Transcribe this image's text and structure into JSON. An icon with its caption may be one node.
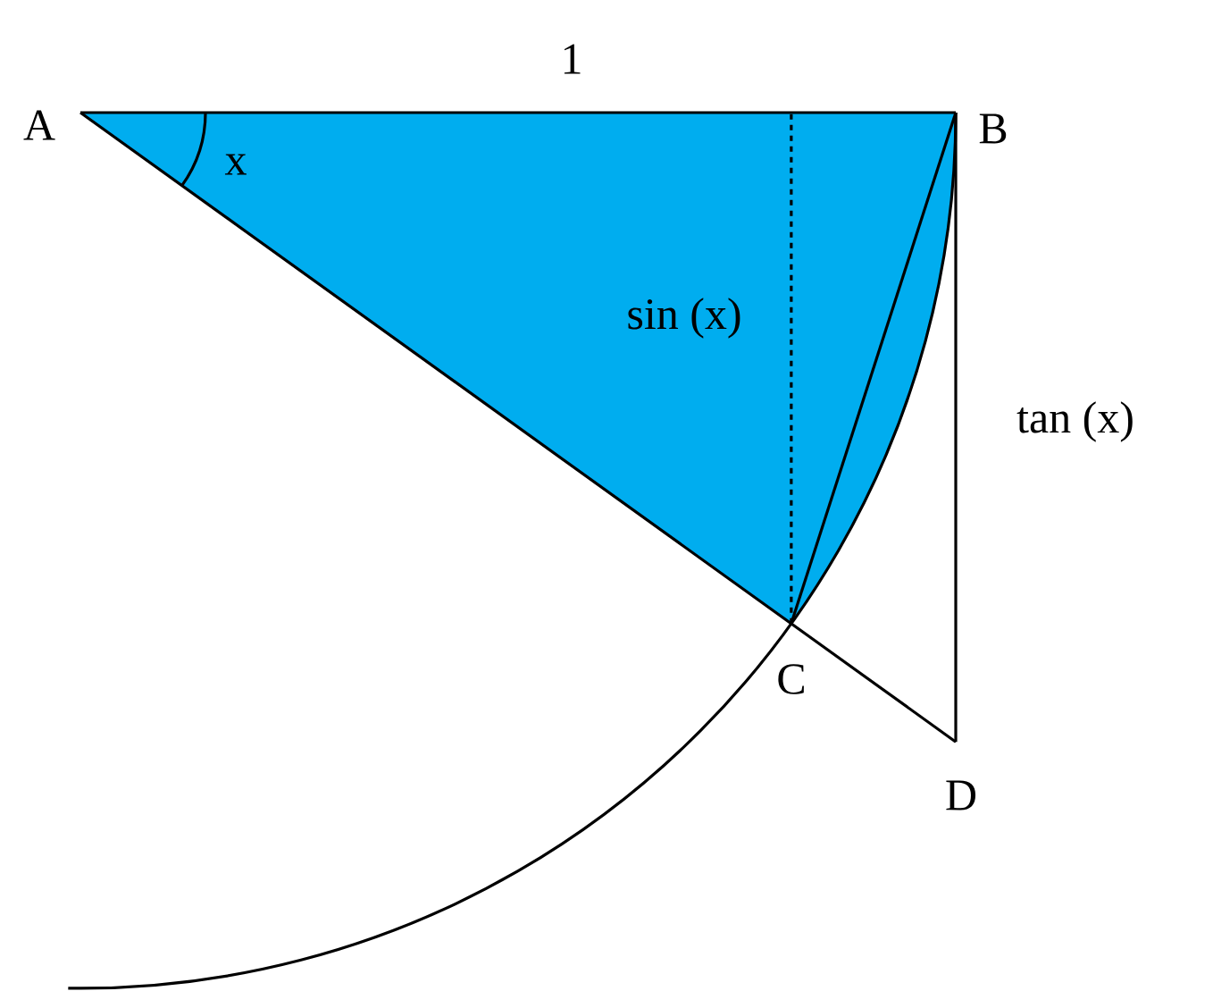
{
  "diagram": {
    "labels": [
      "1",
      "A",
      "B",
      "x",
      "sin (x)",
      "tan (x)",
      "C",
      "D"
    ]
  }
}
